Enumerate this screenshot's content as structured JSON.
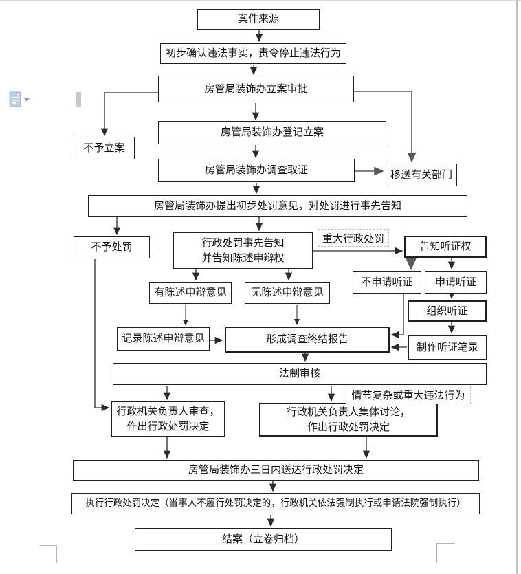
{
  "document": {
    "type": "flowchart",
    "language": "zh-CN"
  },
  "colors": {
    "box_border": "#1f1f1f",
    "connector": "#2a2a2a",
    "connector_gray": "#595959",
    "dashed_label_border": "#c0c0c0",
    "paste_icon_blue": "#b9cde8",
    "page_edge": "#c2c2c2"
  },
  "nodes": {
    "case_source": {
      "text": "案件来源"
    },
    "initial_confirm": {
      "text": "初步确认违法事实，责令停止违法行为"
    },
    "case_approval": {
      "text": "房管局装饰办立案审批"
    },
    "no_case": {
      "text": "不予立案"
    },
    "register_case": {
      "text": "房管局装饰办登记立案"
    },
    "investigate": {
      "text": "房管局装饰办调查取证"
    },
    "transfer": {
      "text": "移送有关部门"
    },
    "preliminary_opinion": {
      "text": "房管局装饰办提出初步处罚意见，对处罚进行事先告知"
    },
    "no_penalty": {
      "text": "不予处罚"
    },
    "prior_notice": {
      "text": "行政处罚事先告知\n并告知陈述申辩权"
    },
    "notify_hearing_right": {
      "text": "告知听证权"
    },
    "no_hearing_request": {
      "text": "不申请听证"
    },
    "hearing_request": {
      "text": "申请听证"
    },
    "organize_hearing": {
      "text": "组织听证"
    },
    "has_statement": {
      "text": "有陈述申辩意见"
    },
    "no_statement": {
      "text": "无陈述申辩意见"
    },
    "record_statement": {
      "text": "记录陈述申辩意见"
    },
    "final_report": {
      "text": "形成调查终结报告"
    },
    "hearing_record": {
      "text": "制作听证笔录"
    },
    "legal_review": {
      "text": "法制审核"
    },
    "leader_review": {
      "text": "行政机关负责人审查，\n作出行政处罚决定"
    },
    "collective_discussion": {
      "text": "行政机关负责人集体讨论，\n作出行政处罚决定"
    },
    "deliver_decision": {
      "text": "房管局装饰办三日内送达行政处罚决定"
    },
    "execute_decision": {
      "text": "执行行政处罚决定（当事人不履行处罚决定的，行政机关依法强制执行或申请法院强制执行）"
    },
    "close_case": {
      "text": "结案（立卷归档）"
    }
  },
  "labels": {
    "major_penalty": {
      "text": "重大行政处罚"
    },
    "complex_case": {
      "text": "情节复杂或重大违法行为"
    }
  },
  "furniture": {
    "paste_options_icon": "clipboard-paste-options-icon",
    "dropdown_glyph": "chevron-down"
  }
}
